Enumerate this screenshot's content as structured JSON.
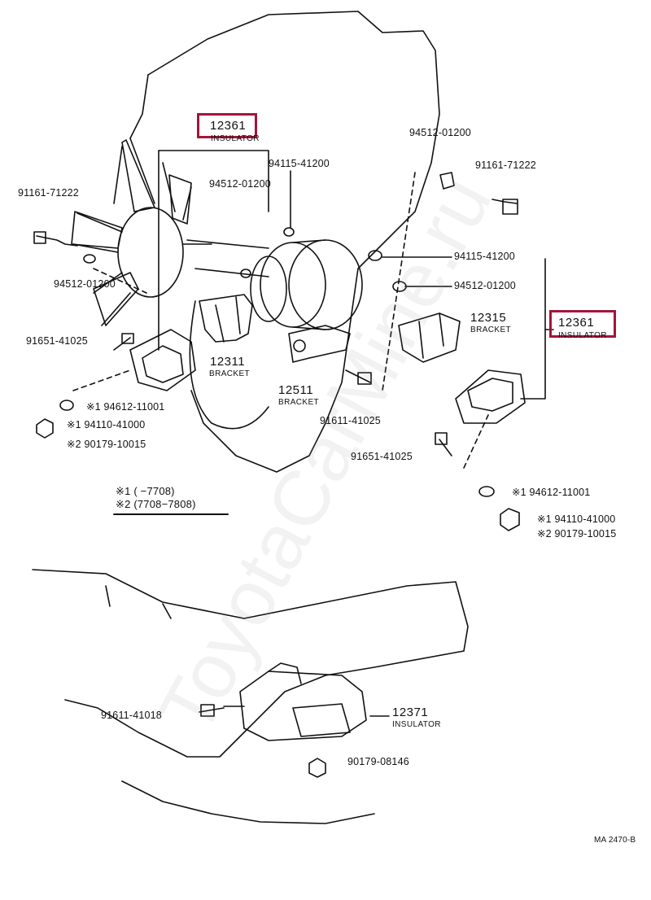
{
  "parts": {
    "insulator_front_left": {
      "number": "12361",
      "name": "INSULATOR"
    },
    "insulator_front_right": {
      "number": "12361",
      "name": "INSULATOR"
    },
    "insulator_rear": {
      "number": "12371",
      "name": "INSULATOR"
    },
    "bracket_left": {
      "number": "12311",
      "name": "BRACKET"
    },
    "bracket_center": {
      "number": "12511",
      "name": "BRACKET"
    },
    "bracket_right": {
      "number": "12315",
      "name": "BRACKET"
    }
  },
  "fasteners": {
    "n94512_top_right": "94512-01200",
    "n91161_right": "91161-71222",
    "n94115_left": "94115-41200",
    "n94512_left_upper": "94512-01200",
    "n91161_left": "91161-71222",
    "n94512_left_lower": "94512-01200",
    "n94115_right": "94115-41200",
    "n94512_right": "94512-01200",
    "n91651_left": "91651-41025",
    "n91611_center": "91611-41025",
    "n91651_right": "91651-41025",
    "n94612_left": "※1 94612-11001",
    "n94110_left": "※1 94110-41000",
    "n90179_left": "※2 90179-10015",
    "n94612_right": "※1 94612-11001",
    "n94110_right": "※1 94110-41000",
    "n90179_right": "※2 90179-10015",
    "n91611_rear": "91611-41018",
    "n90179_rear": "90179-08146"
  },
  "legend": {
    "line1": "※1 (       −7708)",
    "line2": "※2 (7708−7808)"
  },
  "diagram_code": "MA 2470-B",
  "watermark": "ToyotaCarMine.ru",
  "colors": {
    "highlight": "#a3153a",
    "ink": "#111111"
  }
}
